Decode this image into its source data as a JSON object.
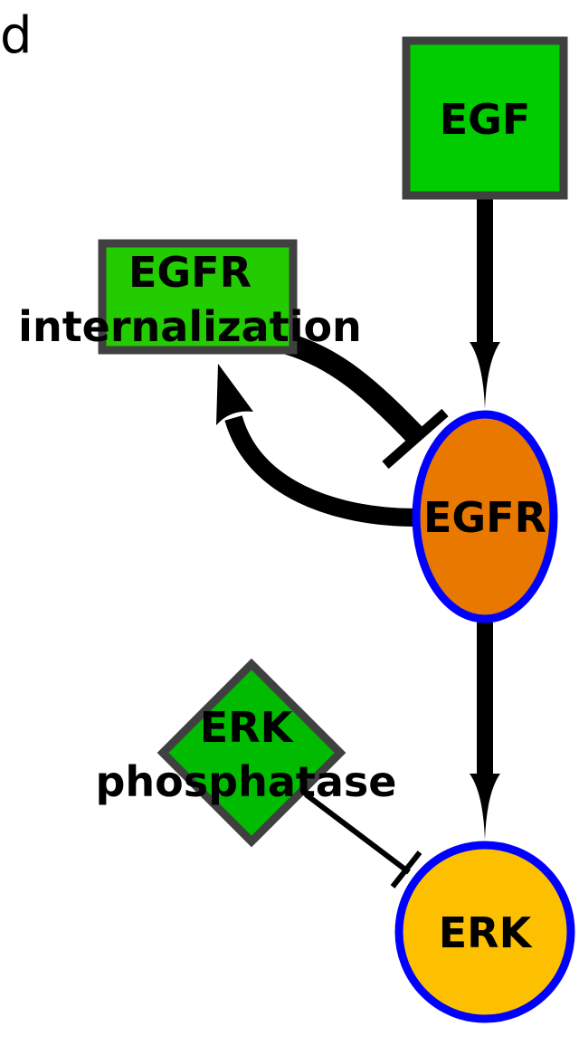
{
  "panel_label": "d",
  "nodes": {
    "egf": {
      "label": "EGF",
      "fill": "#00cc00",
      "stroke": "#404040"
    },
    "egfr_internalization": {
      "label_line1": "EGFR",
      "label_line2": "internalization",
      "fill": "#22cc00",
      "stroke": "#404040"
    },
    "egfr": {
      "label": "EGFR",
      "fill": "#e87800",
      "stroke": "#0000ff"
    },
    "erk_phosphatase": {
      "label_line1": "ERK",
      "label_line2": "phosphatase",
      "fill": "#00bb00",
      "stroke": "#404040"
    },
    "erk": {
      "label": "ERK",
      "fill": "#fdc000",
      "stroke": "#0000ff"
    }
  },
  "edges": [
    {
      "from": "EGF",
      "to": "EGFR",
      "type": "activation"
    },
    {
      "from": "EGFR",
      "to": "EGFR internalization",
      "type": "activation"
    },
    {
      "from": "EGFR internalization",
      "to": "EGFR",
      "type": "inhibition"
    },
    {
      "from": "EGFR",
      "to": "ERK",
      "type": "activation"
    },
    {
      "from": "ERK phosphatase",
      "to": "ERK",
      "type": "inhibition"
    }
  ]
}
